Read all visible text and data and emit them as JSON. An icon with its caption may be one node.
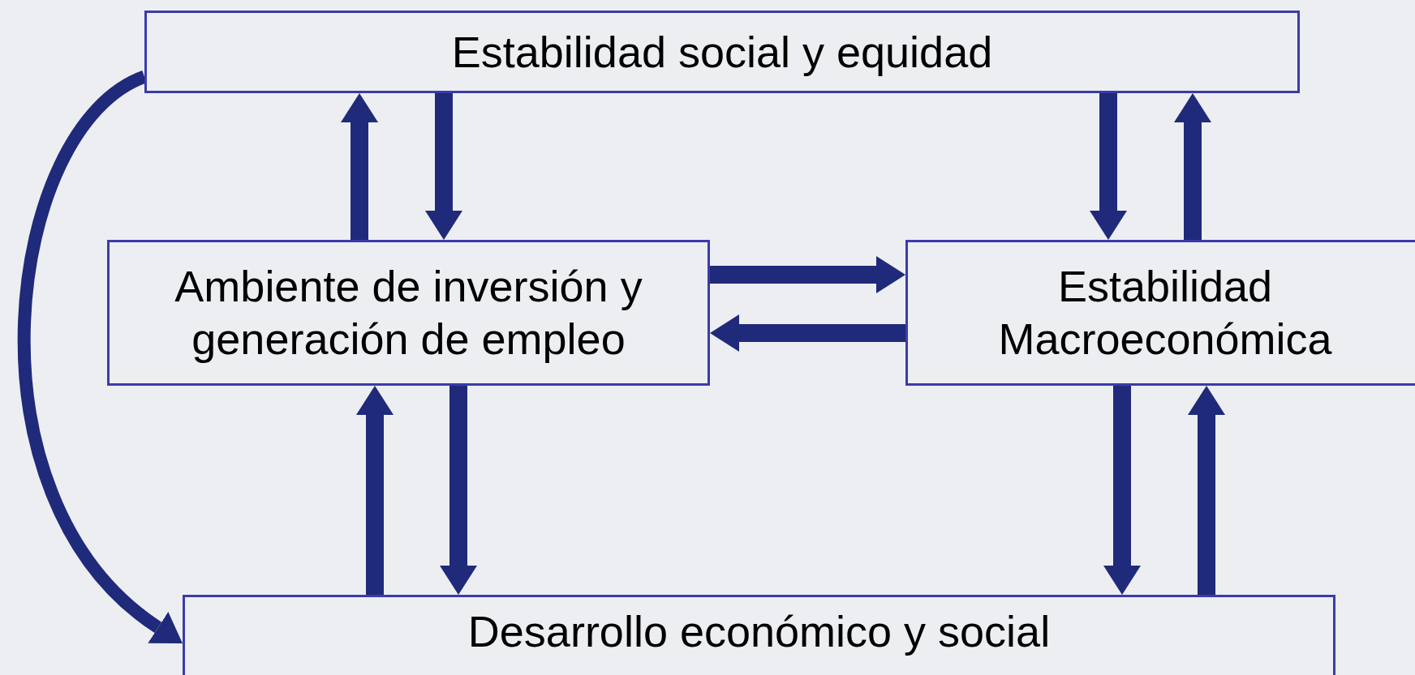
{
  "diagram": {
    "nodes": [
      {
        "text": [
          "Estabilidad social y equidad"
        ]
      },
      {
        "text": [
          "Ambiente de inversión y generación de empleo"
        ]
      },
      {
        "text": [
          "Estabilidad Macroeconómica"
        ]
      },
      {
        "text": [
          "Desarrollo económico y social"
        ]
      }
    ],
    "edges": [
      {
        "from": 1,
        "to": 0,
        "arrow": "to"
      },
      {
        "from": 0,
        "to": 1,
        "arrow": "to"
      },
      {
        "from": 0,
        "to": 2,
        "arrow": "to"
      },
      {
        "from": 2,
        "to": 0,
        "arrow": "to"
      },
      {
        "from": 1,
        "to": 2,
        "arrow": "to"
      },
      {
        "from": 2,
        "to": 1,
        "arrow": "to"
      },
      {
        "from": 3,
        "to": 1,
        "arrow": "to"
      },
      {
        "from": 1,
        "to": 3,
        "arrow": "to"
      },
      {
        "from": 2,
        "to": 3,
        "arrow": "to"
      },
      {
        "from": 3,
        "to": 2,
        "arrow": "to"
      },
      {
        "from": 0,
        "to": 3,
        "arrow": "to"
      }
    ]
  }
}
